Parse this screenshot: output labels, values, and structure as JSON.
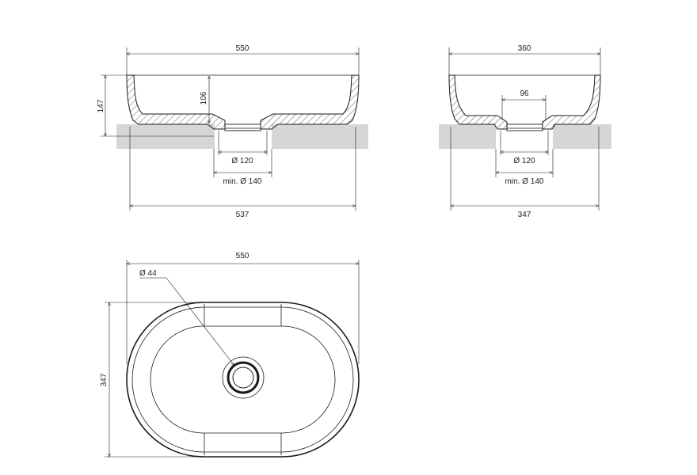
{
  "front_view": {
    "top_width": "550",
    "height": "147",
    "inner_depth": "106",
    "drain_diameter": "Ø 120",
    "min_hole": "min. Ø 140",
    "bottom_width": "537"
  },
  "side_view": {
    "top_width": "360",
    "drain_width": "96",
    "drain_diameter": "Ø 120",
    "min_hole": "min. Ø 140",
    "bottom_width": "347"
  },
  "top_view": {
    "width": "550",
    "depth": "347",
    "drain_hole": "Ø 44"
  },
  "colors": {
    "line": "#1a1a1a",
    "countertop": "#d6d6d6"
  }
}
